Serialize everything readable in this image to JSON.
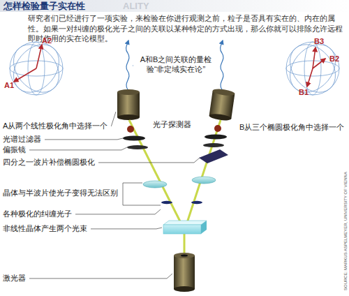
{
  "diagram": {
    "title": "怎样检验量子实在性",
    "labels": [
      "ALITY",
      "研究者们已经进行了一项实验，来检验在你进行观测之前，粒子是否具有实在的、内在的属性。如果一对纠缠的极化光子之间的关联以某种特定的方式出现，那么你就可以排除允许远程即时作用的实在论模型。",
      "A2",
      "A1",
      "B3",
      "B2",
      "B1",
      "A和B之间关联的量检验“非定域实在论”",
      "A从两个线性极化角中选择一个",
      "光子探测器",
      "B从三个椭圆极化角中选择一个",
      "光谱过滤器",
      "偏振镜",
      "四分之一波片补偿椭圆极化",
      "晶体与半波片使光子变得无法区别",
      "各种极化的纠缠光子",
      "非线性晶体产生两个光束",
      "激光器",
      "SOURCE: MARKUS ASPELMEYER, UNIVERSITY OF VIENNA"
    ]
  }
}
